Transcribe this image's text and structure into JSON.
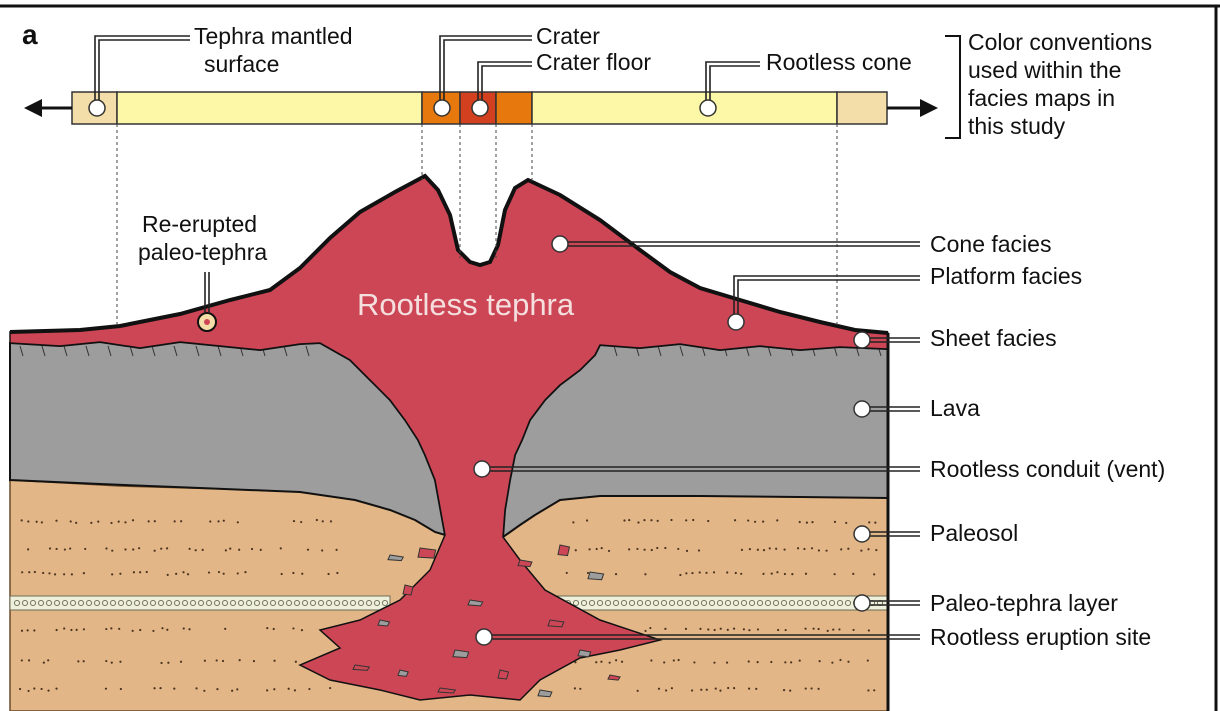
{
  "panel_letter": "a",
  "colors": {
    "tephra": "#cc4656",
    "lava": "#9d9d9d",
    "paleosol": "#e3b687",
    "bar_light": "#fdf7a8",
    "bar_outer": "#f3dda8",
    "crater": "#e6780e",
    "crater_floor": "#d2401f",
    "outline": "#111111"
  },
  "top_labels": {
    "tephra_mantled_l1": "Tephra mantled",
    "tephra_mantled_l2": "surface",
    "crater": "Crater",
    "crater_floor": "Crater floor",
    "rootless_cone": "Rootless cone"
  },
  "legend_note": [
    "Color conventions",
    "used within the",
    "facies maps in",
    "this study"
  ],
  "center_label": "Rootless tephra",
  "reerupted": [
    "Re-erupted",
    "paleo-tephra"
  ],
  "right_labels": {
    "cone_facies": "Cone facies",
    "platform_facies": "Platform facies",
    "sheet_facies": "Sheet facies",
    "lava": "Lava",
    "conduit": "Rootless conduit (vent)",
    "paleosol": "Paleosol",
    "paleo_tephra_layer": "Paleo-tephra layer",
    "eruption_site": "Rootless eruption site"
  }
}
